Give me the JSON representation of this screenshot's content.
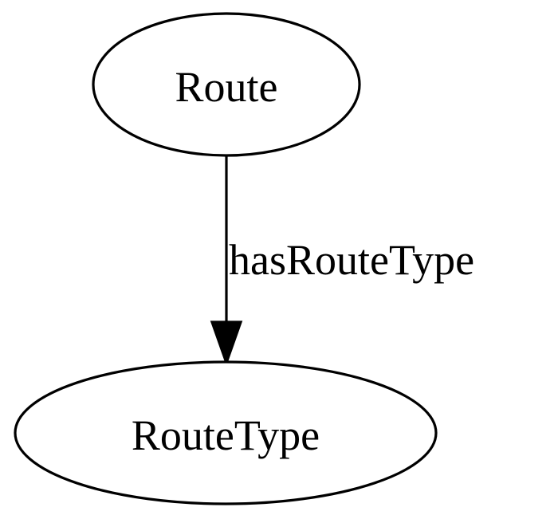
{
  "nodes": [
    {
      "id": "route",
      "label": "Route"
    },
    {
      "id": "route-type",
      "label": "RouteType"
    }
  ],
  "edges": [
    {
      "from": "route",
      "to": "route-type",
      "label": "hasRouteType"
    }
  ],
  "colors": {
    "stroke": "#000000",
    "fill": "#ffffff",
    "text": "#000000"
  }
}
